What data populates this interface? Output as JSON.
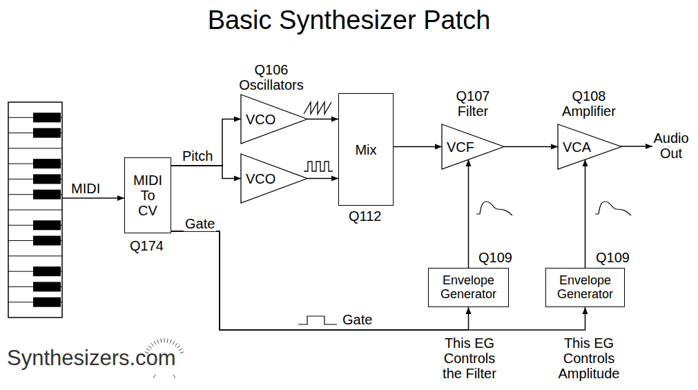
{
  "diagram": {
    "title": "Basic Synthesizer Patch",
    "nodes": [
      {
        "text": [
          "MIDI To CV"
        ]
      },
      {
        "text": [
          "VCO"
        ]
      },
      {
        "text": [
          "VCO"
        ]
      },
      {
        "text": [
          "Mix"
        ]
      },
      {
        "text": [
          "VCF"
        ]
      },
      {
        "text": [
          "VCA"
        ]
      },
      {
        "text": [
          "Envelope Generator"
        ]
      },
      {
        "text": [
          "Envelope Generator"
        ]
      }
    ],
    "edges": [
      {
        "from": 0,
        "to": 1,
        "arrow": "to",
        "label": "Pitch"
      },
      {
        "from": 0,
        "to": 2,
        "arrow": "to"
      },
      {
        "from": 1,
        "to": 3,
        "arrow": "to"
      },
      {
        "from": 2,
        "to": 3,
        "arrow": "to"
      },
      {
        "from": 3,
        "to": 4,
        "arrow": "to"
      },
      {
        "from": 4,
        "to": 5,
        "arrow": "to"
      },
      {
        "from": 6,
        "to": 4,
        "arrow": "to"
      },
      {
        "from": 7,
        "to": 5,
        "arrow": "to"
      },
      {
        "from": 0,
        "to": 6,
        "arrow": "to",
        "label": "Gate"
      },
      {
        "from": 0,
        "to": 7,
        "arrow": "to",
        "label": "Gate"
      }
    ],
    "labels": [
      "Q106 Oscillators",
      "Q107 Filter",
      "Q108 Amplifier",
      "MIDI",
      "Audio Out",
      "Q174",
      "Q112",
      "Q109",
      "Q109",
      "This EG Controls the Filter",
      "This EG Controls Amplitude",
      "Synthesizers.com"
    ]
  }
}
